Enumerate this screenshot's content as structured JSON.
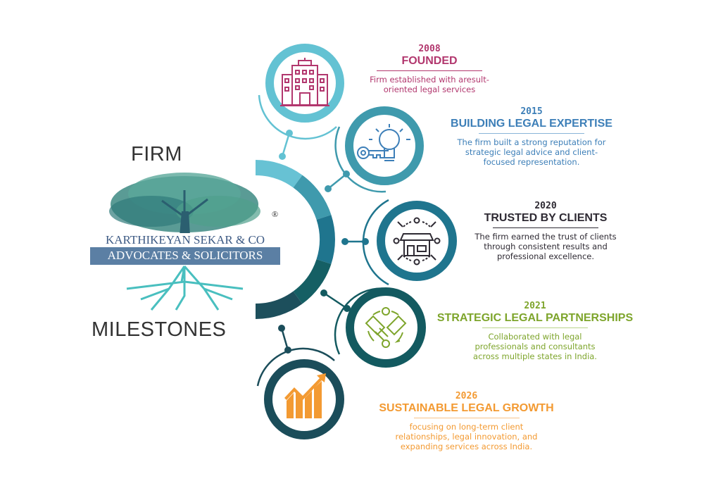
{
  "side_labels": {
    "top": "FIRM",
    "bottom": "MILESTONES"
  },
  "logo": {
    "name": "KARTHIKEYAN SEKAR & CO",
    "tagline": "ADVOCATES & SOLICITORS",
    "registered": "®"
  },
  "milestones": [
    {
      "year": "2008",
      "title": "FOUNDED",
      "description": [
        "Firm established with aresult-",
        "oriented legal services"
      ],
      "icon": "building-icon",
      "color": "#b2376e",
      "ring": "#63c2d3"
    },
    {
      "year": "2015",
      "title": "BUILDING LEGAL EXPERTISE",
      "description": [
        "The firm built a strong reputation for",
        "strategic legal advice and client-",
        "focused representation."
      ],
      "icon": "key-lightbulb-icon",
      "color": "#3d7fb8",
      "ring": "#3f9aad"
    },
    {
      "year": "2020",
      "title": "TRUSTED BY CLIENTS",
      "description": [
        "The firm earned the trust of clients",
        "through consistent results and",
        "professional excellence."
      ],
      "icon": "storefront-network-icon",
      "color": "#2e2a33",
      "ring": "#1f758e"
    },
    {
      "year": "2021",
      "title": "STRATEGIC LEGAL PARTNERSHIPS",
      "description": [
        "Collaborated with legal",
        "professionals and consultants",
        "across multiple states in India."
      ],
      "icon": "handshake-icon",
      "color": "#7ea52c",
      "ring": "#135a60"
    },
    {
      "year": "2026",
      "title": "SUSTAINABLE LEGAL GROWTH",
      "description": [
        "focusing on long-term client",
        "relationships, legal innovation, and",
        "expanding services across India."
      ],
      "icon": "growth-chart-icon",
      "color": "#f39a32",
      "ring": "#1b4d5a"
    }
  ]
}
